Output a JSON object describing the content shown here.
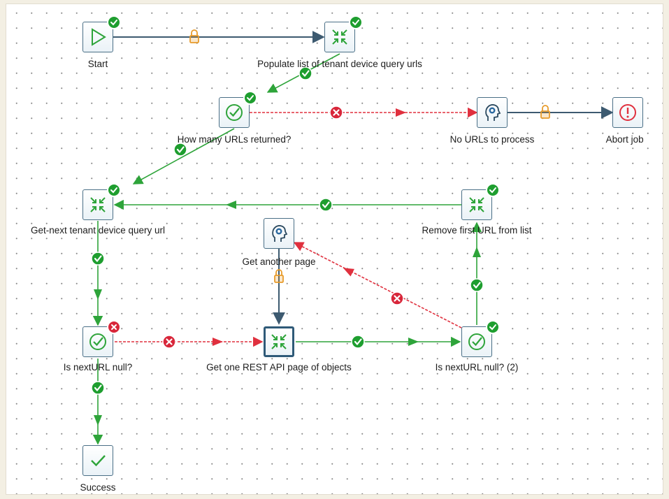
{
  "nodes": [
    {
      "id": "start",
      "label": "Start",
      "icon": "start-triangle-icon",
      "badge": "ok"
    },
    {
      "id": "populate",
      "label": "Populate list of tenant device query urls",
      "icon": "transform-arrows-icon",
      "badge": "ok"
    },
    {
      "id": "howmany",
      "label": "How many URLs returned?",
      "icon": "check-circle-icon",
      "badge": "ok"
    },
    {
      "id": "nourls",
      "label": "No URLs to process",
      "icon": "head-profile-icon",
      "badge": null
    },
    {
      "id": "abort",
      "label": "Abort job",
      "icon": "abort-icon",
      "badge": null
    },
    {
      "id": "getnext",
      "label": "Get-next tenant device query url",
      "icon": "transform-arrows-icon",
      "badge": "ok"
    },
    {
      "id": "removefirst",
      "label": "Remove first URL from list",
      "icon": "transform-arrows-icon",
      "badge": "ok"
    },
    {
      "id": "another",
      "label": "Get another page",
      "icon": "head-profile-icon",
      "badge": null
    },
    {
      "id": "isnull",
      "label": "Is nextURL null?",
      "icon": "check-circle-icon",
      "badge": "err"
    },
    {
      "id": "getone",
      "label": "Get one REST API page of objects",
      "icon": "transform-arrows-icon",
      "badge": null
    },
    {
      "id": "isnull2",
      "label": "Is nextURL null? (2)",
      "icon": "check-circle-icon",
      "badge": "ok"
    },
    {
      "id": "success",
      "label": "Success",
      "icon": "success-check-icon",
      "badge": null
    }
  ],
  "edges": [
    {
      "from": "start",
      "to": "populate",
      "type": "unconditional",
      "marker": "lock-icon"
    },
    {
      "from": "populate",
      "to": "howmany",
      "type": "true",
      "marker": "check-icon"
    },
    {
      "from": "howmany",
      "to": "nourls",
      "type": "false",
      "marker": "x-icon"
    },
    {
      "from": "nourls",
      "to": "abort",
      "type": "unconditional",
      "marker": "lock-icon"
    },
    {
      "from": "howmany",
      "to": "getnext",
      "type": "true",
      "marker": "check-icon"
    },
    {
      "from": "removefirst",
      "to": "getnext",
      "type": "true",
      "marker": "check-icon"
    },
    {
      "from": "getnext",
      "to": "isnull",
      "type": "true",
      "marker": "check-icon"
    },
    {
      "from": "another",
      "to": "getone",
      "type": "unconditional",
      "marker": "lock-icon"
    },
    {
      "from": "isnull",
      "to": "getone",
      "type": "false",
      "marker": "x-icon"
    },
    {
      "from": "getone",
      "to": "isnull2",
      "type": "true",
      "marker": "check-icon"
    },
    {
      "from": "isnull2",
      "to": "another",
      "type": "false",
      "marker": "x-icon"
    },
    {
      "from": "isnull2",
      "to": "removefirst",
      "type": "true",
      "marker": "check-icon"
    },
    {
      "from": "isnull",
      "to": "success",
      "type": "true",
      "marker": "check-icon"
    }
  ],
  "colors": {
    "true": "#2ea43a",
    "false": "#e0303e",
    "unconditional": "#3d5a70",
    "lock": "#e89b2a"
  }
}
